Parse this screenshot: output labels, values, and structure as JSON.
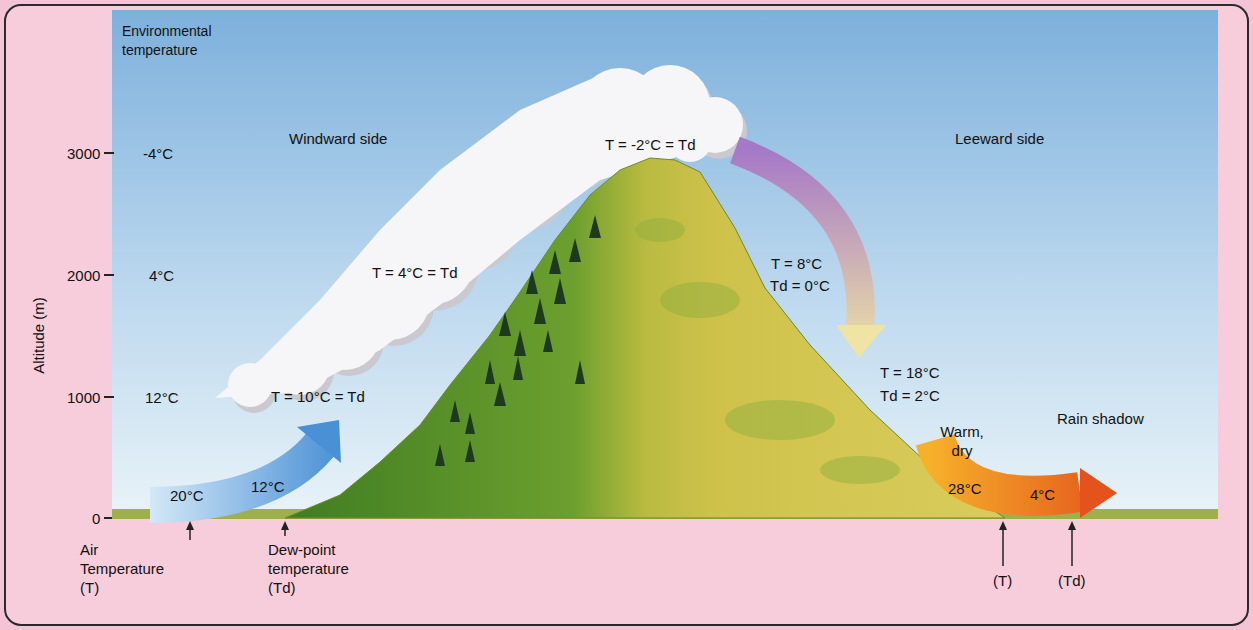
{
  "diagram": {
    "labels": [
      "Environmental temperature",
      "3000",
      "-4°C",
      "Windward side",
      "T = -2°C = Td",
      "Leeward side",
      "2000",
      "4°C",
      "T = 4°C = Td",
      "T = 8°C",
      "Td = 0°C",
      "1000",
      "12°C",
      "T = 10°C = Td",
      "T = 18°C",
      "Td = 2°C",
      "Rain shadow",
      "Warm, dry",
      "20°C",
      "12°C",
      "28°C",
      "4°C",
      "0",
      "Altitude (m)",
      "Air Temperature (T)",
      "Dew-point temperature (Td)",
      "(T)",
      "(Td)"
    ]
  }
}
